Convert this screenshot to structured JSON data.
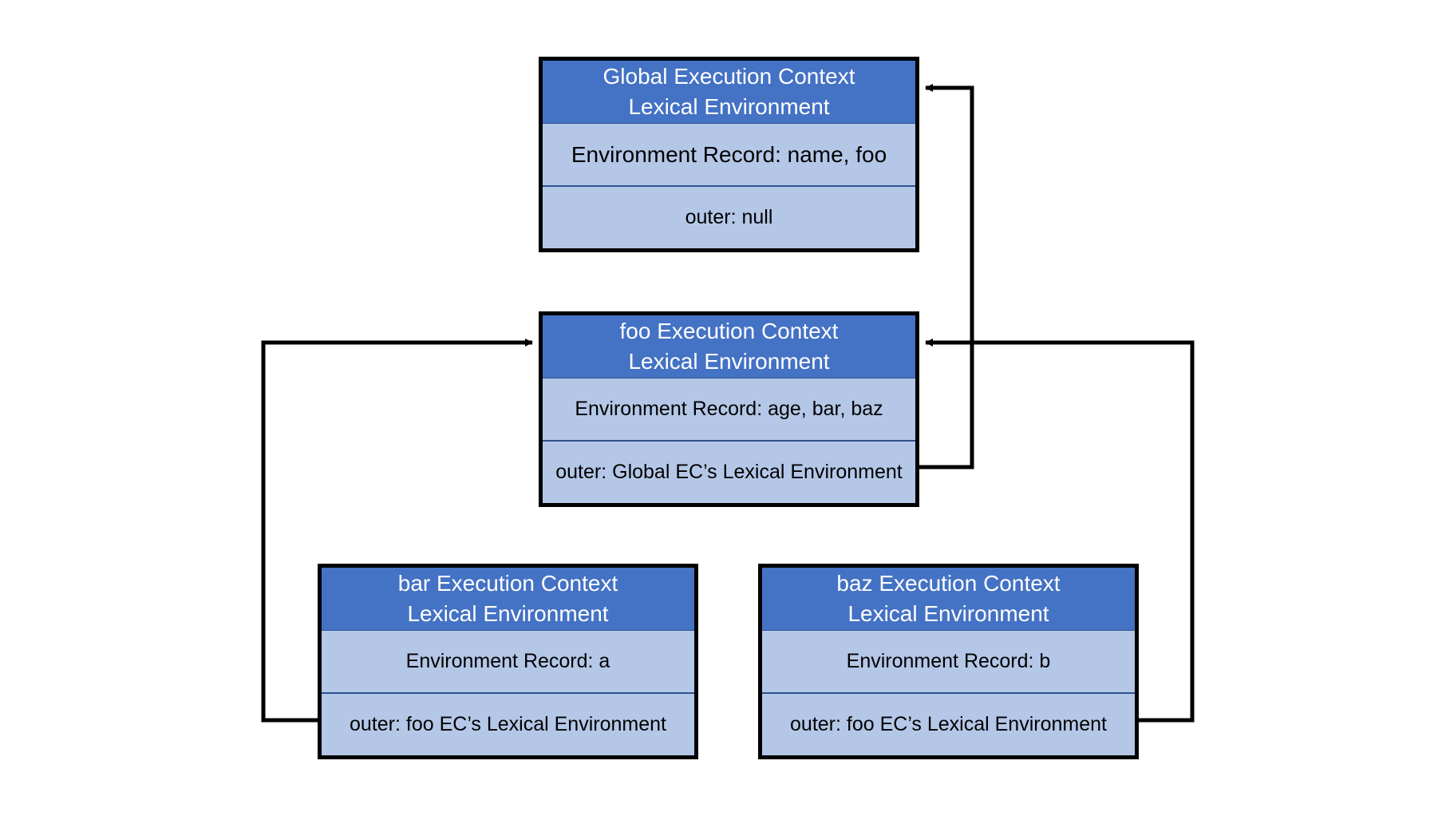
{
  "contexts": {
    "global": {
      "title": "Global Execution Context",
      "subtitle": "Lexical Environment",
      "record": "Environment Record: name, foo",
      "outer": "outer: null"
    },
    "foo": {
      "title": "foo Execution Context",
      "subtitle": "Lexical Environment",
      "record": "Environment Record: age, bar, baz",
      "outer": "outer: Global EC’s Lexical Environment"
    },
    "bar": {
      "title": "bar Execution Context",
      "subtitle": "Lexical Environment",
      "record": "Environment Record: a",
      "outer": "outer: foo EC’s Lexical Environment"
    },
    "baz": {
      "title": "baz Execution Context",
      "subtitle": "Lexical Environment",
      "record": "Environment Record: b",
      "outer": "outer: foo EC’s Lexical Environment"
    }
  },
  "references": [
    {
      "from": "foo",
      "to": "global"
    },
    {
      "from": "bar",
      "to": "foo"
    },
    {
      "from": "baz",
      "to": "foo"
    }
  ],
  "colors": {
    "header": "#4472c4",
    "body": "#b4c7e7",
    "border": "#000000",
    "arrow": "#000000"
  }
}
